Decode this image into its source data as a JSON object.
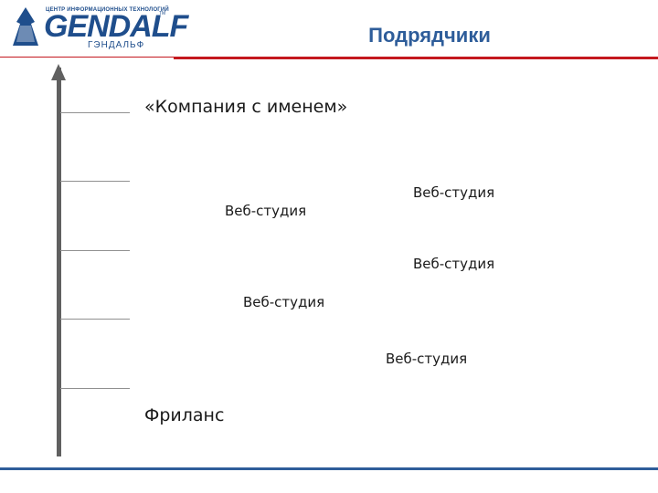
{
  "header": {
    "logo": {
      "tagline": "ЦЕНТР ИНФОРМАЦИОННЫХ ТЕХНОЛОГИЙ",
      "brand": "GENDALF",
      "brand_ru": "ГЭНДАЛЬФ",
      "tm": "TM"
    },
    "title": "Подрядчики"
  },
  "colors": {
    "title": "#2e5d9a",
    "top_rule": "#c4181e",
    "bottom_rule": "#2e5d9a",
    "axis": "#606060"
  },
  "scale": {
    "top_label": "«Компания с именем»",
    "bottom_label": "Фриланс",
    "items": [
      "Веб-студия",
      "Веб-студия",
      "Веб-студия",
      "Веб-студия",
      "Веб-студия"
    ]
  }
}
